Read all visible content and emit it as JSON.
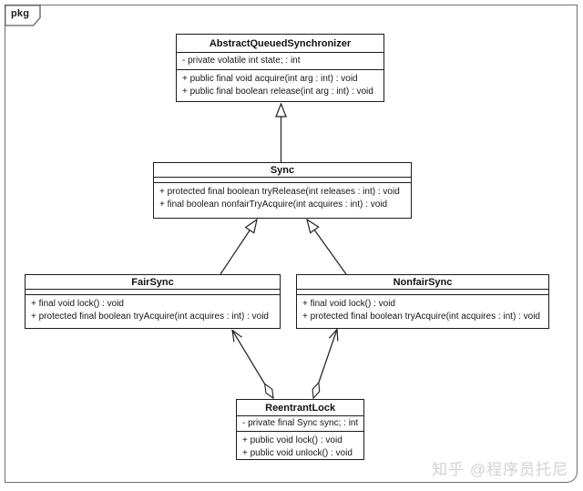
{
  "package": {
    "tab_label": "pkg"
  },
  "diagram_type": "uml-class-diagram",
  "classes": [
    {
      "name": "AbstractQueuedSynchronizer",
      "attributes": [
        "- private volatile int state; : int"
      ],
      "methods": [
        "+ public final void acquire(int arg : int) : void",
        "+ public final boolean release(int arg : int) : void"
      ]
    },
    {
      "name": "Sync",
      "attributes": [],
      "methods": [
        "+ protected final boolean tryRelease(int releases : int) : void",
        "+ final boolean nonfairTryAcquire(int acquires : int) : void"
      ]
    },
    {
      "name": "FairSync",
      "attributes": [],
      "methods": [
        "+ final void lock() : void",
        "+ protected final boolean tryAcquire(int acquires : int) : void"
      ]
    },
    {
      "name": "NonfairSync",
      "attributes": [],
      "methods": [
        "+ final void lock() : void",
        "+ protected final boolean tryAcquire(int acquires : int) : void"
      ]
    },
    {
      "name": "ReentrantLock",
      "attributes": [
        "- private final Sync sync; : int"
      ],
      "methods": [
        "+ public void lock() : void",
        "+ public void unlock() : void"
      ]
    }
  ],
  "relationships": [
    {
      "from": "Sync",
      "to": "AbstractQueuedSynchronizer",
      "type": "generalization"
    },
    {
      "from": "FairSync",
      "to": "Sync",
      "type": "generalization"
    },
    {
      "from": "NonfairSync",
      "to": "Sync",
      "type": "generalization"
    },
    {
      "from": "ReentrantLock",
      "to": "FairSync",
      "type": "aggregation-directed"
    },
    {
      "from": "ReentrantLock",
      "to": "NonfairSync",
      "type": "aggregation-directed"
    }
  ],
  "watermark": "知乎 @程序员托尼",
  "colors": {
    "background": "#ffffff",
    "box_border": "#1c1c1c",
    "frame_border": "#6f6f6f",
    "text": "#111111",
    "watermark": "#d6d6d6"
  }
}
